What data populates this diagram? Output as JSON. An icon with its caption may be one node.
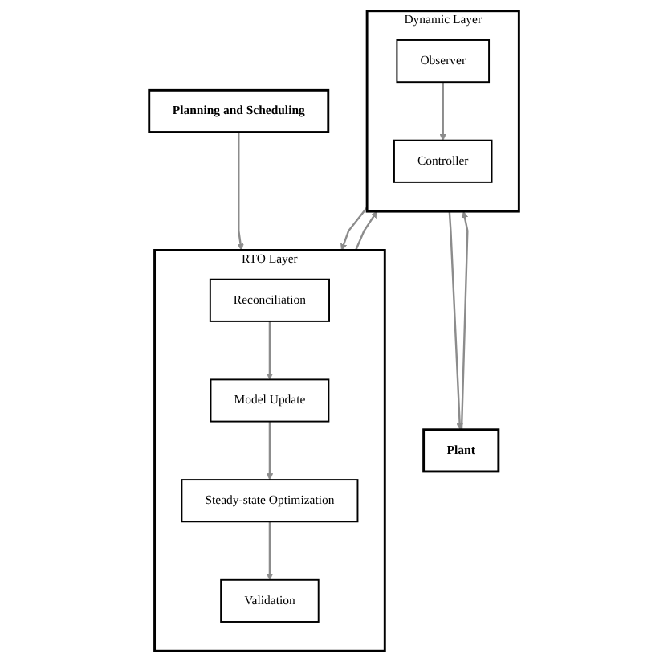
{
  "diagram": {
    "nodes": [
      {
        "text": [
          "Planning and Scheduling"
        ]
      },
      {
        "text": [
          "RTO Layer"
        ]
      },
      {
        "text": [
          "Steady-state Optimization"
        ],
        "in": 1
      },
      {
        "text": [
          "Model Update"
        ],
        "in": 1
      },
      {
        "text": [
          "Validation"
        ],
        "in": 1
      },
      {
        "text": [
          "Reconciliation"
        ],
        "in": 1
      },
      {
        "text": [
          "Dynamic Layer"
        ]
      },
      {
        "text": [
          "Controller"
        ],
        "in": 6
      },
      {
        "text": [
          "Observer"
        ],
        "in": 6
      },
      {
        "text": [
          "Plant"
        ]
      }
    ],
    "edges": [
      {
        "from": 0,
        "to": 1,
        "arrow": "to"
      },
      {
        "from": 3,
        "to": 2,
        "arrow": "to"
      },
      {
        "from": 2,
        "to": 4,
        "arrow": "to"
      },
      {
        "from": 5,
        "to": 3,
        "arrow": "to"
      },
      {
        "from": 1,
        "to": 6,
        "arrow": "to"
      },
      {
        "from": 6,
        "to": 1,
        "arrow": "to"
      },
      {
        "from": 8,
        "to": 7,
        "arrow": "to"
      },
      {
        "from": 6,
        "to": 9,
        "arrow": "to"
      },
      {
        "from": 9,
        "to": 6,
        "arrow": "to"
      }
    ]
  }
}
